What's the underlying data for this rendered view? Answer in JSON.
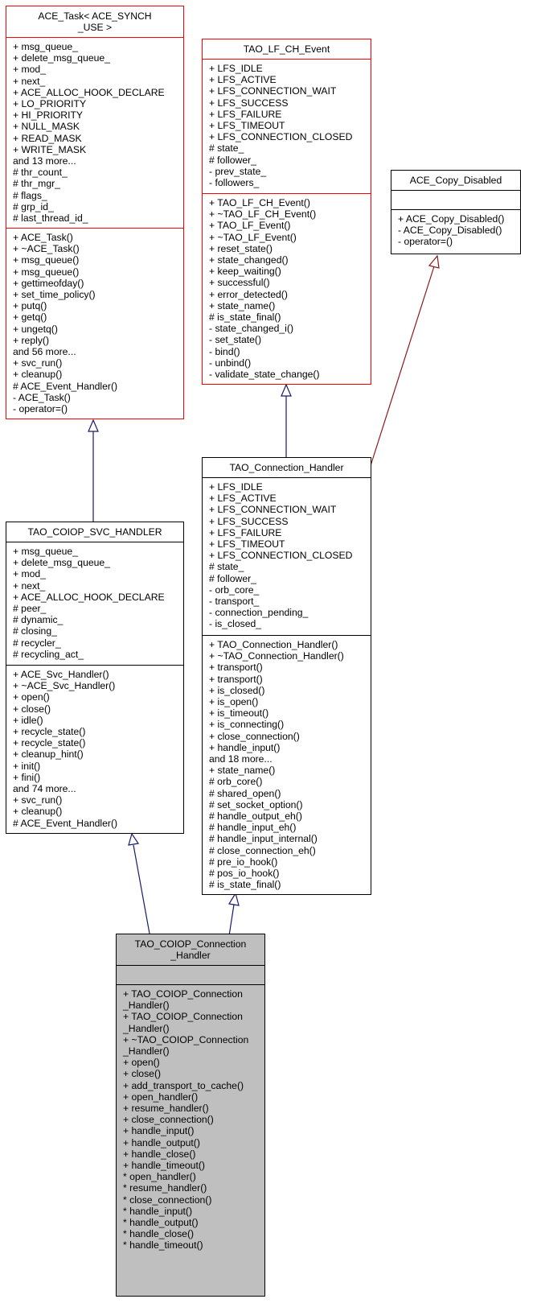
{
  "classes": {
    "ace_task": {
      "title": [
        "ACE_Task< ACE_SYNCH",
        "_USE >"
      ],
      "attributes": [
        "+ msg_queue_",
        "+ delete_msg_queue_",
        "+ mod_",
        "+ next_",
        "+ ACE_ALLOC_HOOK_DECLARE",
        "+ LO_PRIORITY",
        "+ HI_PRIORITY",
        "+ NULL_MASK",
        "+ READ_MASK",
        "+ WRITE_MASK",
        "and 13 more...",
        "# thr_count_",
        "# thr_mgr_",
        "# flags_",
        "# grp_id_",
        "# last_thread_id_"
      ],
      "methods": [
        "+ ACE_Task()",
        "+ ~ACE_Task()",
        "+ msg_queue()",
        "+ msg_queue()",
        "+ gettimeofday()",
        "+ set_time_policy()",
        "+ putq()",
        "+ getq()",
        "+ ungetq()",
        "+ reply()",
        "and 56 more...",
        "+ svc_run()",
        "+ cleanup()",
        "# ACE_Event_Handler()",
        "- ACE_Task()",
        "- operator=()"
      ]
    },
    "tao_lf_ch_event": {
      "title": [
        "TAO_LF_CH_Event"
      ],
      "attributes": [
        "+ LFS_IDLE",
        "+ LFS_ACTIVE",
        "+ LFS_CONNECTION_WAIT",
        "+ LFS_SUCCESS",
        "+ LFS_FAILURE",
        "+ LFS_TIMEOUT",
        "+ LFS_CONNECTION_CLOSED",
        "# state_",
        "# follower_",
        "- prev_state_",
        "- followers_"
      ],
      "methods": [
        "+ TAO_LF_CH_Event()",
        "+ ~TAO_LF_CH_Event()",
        "+ TAO_LF_Event()",
        "+ ~TAO_LF_Event()",
        "+ reset_state()",
        "+ state_changed()",
        "+ keep_waiting()",
        "+ successful()",
        "+ error_detected()",
        "+ state_name()",
        "# is_state_final()",
        "- state_changed_i()",
        "- set_state()",
        "- bind()",
        "- unbind()",
        "- validate_state_change()"
      ]
    },
    "ace_copy_disabled": {
      "title": [
        "ACE_Copy_Disabled"
      ],
      "attributes": [],
      "methods": [
        "+ ACE_Copy_Disabled()",
        "- ACE_Copy_Disabled()",
        "- operator=()"
      ]
    },
    "tao_connection_handler": {
      "title": [
        "TAO_Connection_Handler"
      ],
      "attributes": [
        "+ LFS_IDLE",
        "+ LFS_ACTIVE",
        "+ LFS_CONNECTION_WAIT",
        "+ LFS_SUCCESS",
        "+ LFS_FAILURE",
        "+ LFS_TIMEOUT",
        "+ LFS_CONNECTION_CLOSED",
        "# state_",
        "# follower_",
        "- orb_core_",
        "- transport_",
        "- connection_pending_",
        "- is_closed_"
      ],
      "methods": [
        "+ TAO_Connection_Handler()",
        "+ ~TAO_Connection_Handler()",
        "+ transport()",
        "+ transport()",
        "+ is_closed()",
        "+ is_open()",
        "+ is_timeout()",
        "+ is_connecting()",
        "+ close_connection()",
        "+ handle_input()",
        "and 18 more...",
        "+ state_name()",
        "# orb_core()",
        "# shared_open()",
        "# set_socket_option()",
        "# handle_output_eh()",
        "# handle_input_eh()",
        "# handle_input_internal()",
        "# close_connection_eh()",
        "# pre_io_hook()",
        "# pos_io_hook()",
        "# is_state_final()"
      ]
    },
    "tao_coiop_svc_handler": {
      "title": [
        "TAO_COIOP_SVC_HANDLER"
      ],
      "attributes": [
        "+ msg_queue_",
        "+ delete_msg_queue_",
        "+ mod_",
        "+ next_",
        "+ ACE_ALLOC_HOOK_DECLARE",
        "# peer_",
        "# dynamic_",
        "# closing_",
        "# recycler_",
        "# recycling_act_"
      ],
      "methods": [
        "+ ACE_Svc_Handler()",
        "+ ~ACE_Svc_Handler()",
        "+ open()",
        "+ close()",
        "+ idle()",
        "+ recycle_state()",
        "+ recycle_state()",
        "+ cleanup_hint()",
        "+ init()",
        "+ fini()",
        "and 74 more...",
        "+ svc_run()",
        "+ cleanup()",
        "# ACE_Event_Handler()"
      ]
    },
    "tao_coiop_connection_handler": {
      "title": [
        "TAO_COIOP_Connection",
        "_Handler"
      ],
      "attributes": [],
      "methods": [
        "+ TAO_COIOP_Connection",
        "_Handler()",
        "+ TAO_COIOP_Connection",
        "_Handler()",
        "+ ~TAO_COIOP_Connection",
        "_Handler()",
        "+ open()",
        "+ close()",
        "+ add_transport_to_cache()",
        "+ open_handler()",
        "+ resume_handler()",
        "+ close_connection()",
        "+ handle_input()",
        "+ handle_output()",
        "+ handle_close()",
        "+ handle_timeout()",
        "* open_handler()",
        "* resume_handler()",
        "* close_connection()",
        "* handle_input()",
        "* handle_output()",
        "* handle_close()",
        "* handle_timeout()"
      ]
    }
  },
  "colors": {
    "red_border": "#ff0000",
    "black_border": "#000000",
    "highlight_fill": "#bfbfbf",
    "inherit_edge": "#191970",
    "private_inherit_edge": "#8b1a1a"
  }
}
